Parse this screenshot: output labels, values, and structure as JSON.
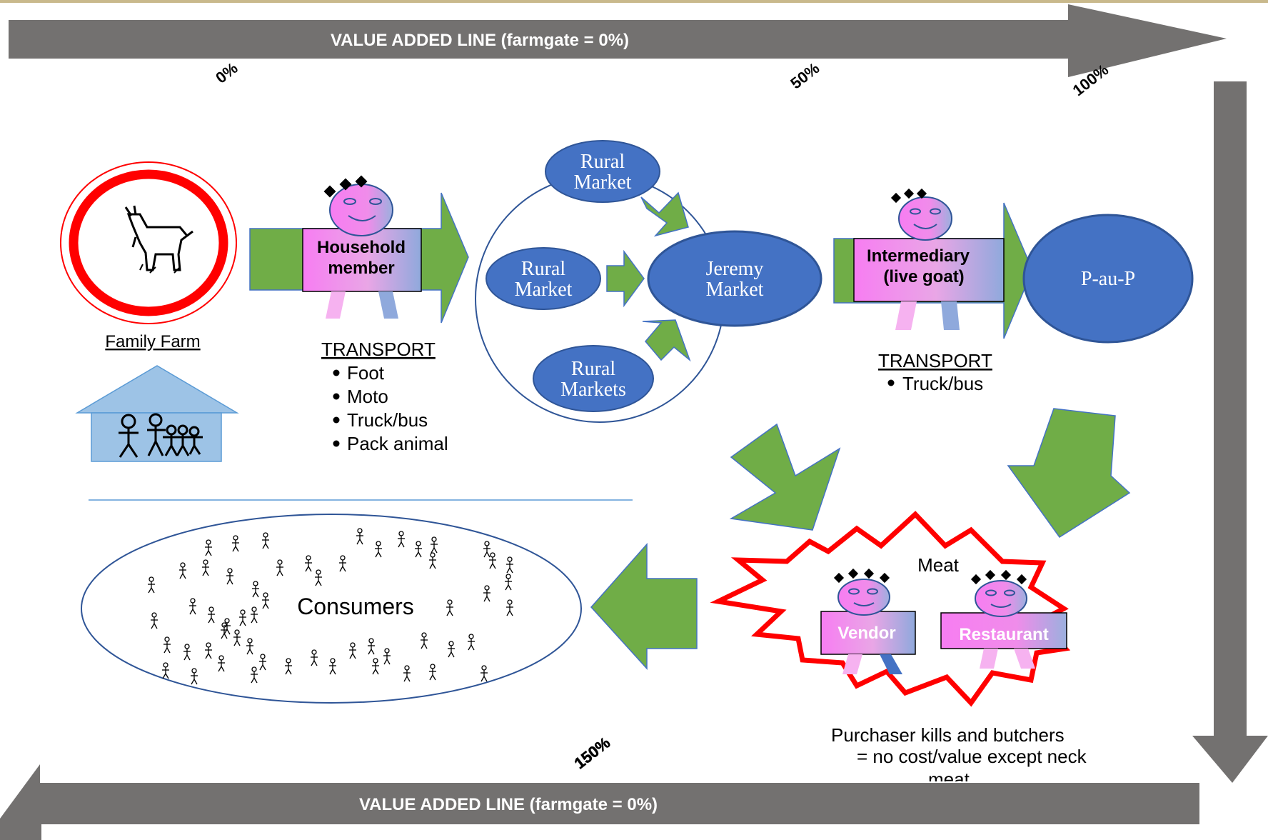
{
  "top_bar": {
    "label": "VALUE ADDED LINE (farmgate = 0%)"
  },
  "bottom_bar": {
    "label": "VALUE ADDED LINE (farmgate = 0%)"
  },
  "percent_markers": {
    "p0": "0%",
    "p50": "50%",
    "p100": "100%",
    "p150": "150%"
  },
  "family_farm": {
    "label": "Family Farm"
  },
  "household": {
    "label_line1": "Household",
    "label_line2": "member"
  },
  "transport_left": {
    "heading": "TRANSPORT",
    "items": [
      "Foot",
      "Moto",
      "Truck/bus",
      "Pack animal"
    ]
  },
  "markets": {
    "rural_top": {
      "line1": "Rural",
      "line2": "Market"
    },
    "rural_mid": {
      "line1": "Rural",
      "line2": "Market"
    },
    "rural_bottom": {
      "line1": "Rural",
      "line2": "Markets"
    },
    "jeremy": {
      "line1": "Jeremy",
      "line2": "Market"
    }
  },
  "intermediary": {
    "label_line1": "Intermediary",
    "label_line2": "(live goat)"
  },
  "transport_right": {
    "heading": "TRANSPORT",
    "items": [
      "Truck/bus"
    ]
  },
  "paup": {
    "label": "P-au-P"
  },
  "meat_burst": {
    "title": "Meat",
    "vendor": "Vendor",
    "restaurant": "Restaurant"
  },
  "note": {
    "line1": "Purchaser kills and butchers",
    "line2": "= no cost/value except neck",
    "line3": "meat"
  },
  "consumers": {
    "label": "Consumers"
  },
  "colors": {
    "gray_bar": "#737170",
    "green_arrow": "#70AD47",
    "blue_oval": "#4472C4",
    "pink": "#F57EF0",
    "red": "#FF0000",
    "dark_border": "#2F5597"
  }
}
